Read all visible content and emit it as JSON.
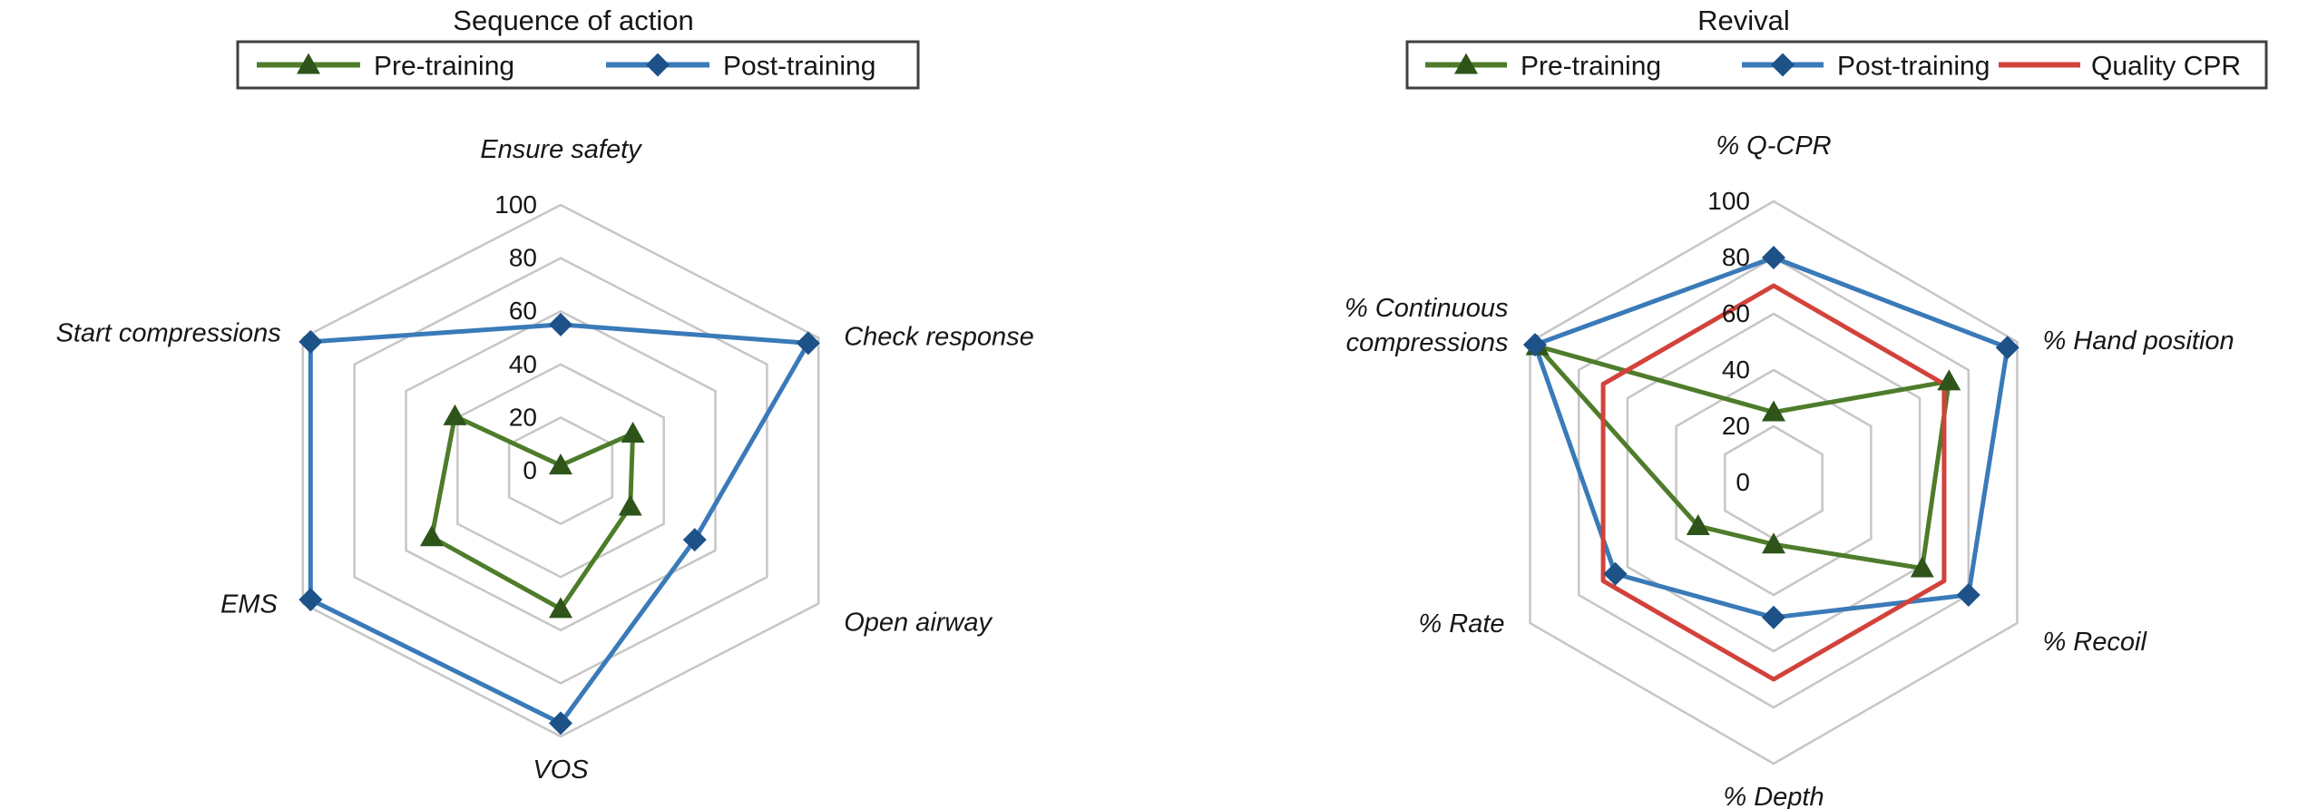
{
  "figure": {
    "background": "#ffffff",
    "panel_count": 2
  },
  "chart_data": [
    {
      "type": "radar",
      "title": "Sequence of action",
      "categories": [
        "Ensure safety",
        "Check response",
        "Open airway",
        "VOS",
        "EMS",
        "Start compressions"
      ],
      "ticks": [
        0,
        20,
        40,
        60,
        80,
        100
      ],
      "tick_labels": [
        "0",
        "20",
        "40",
        "60",
        "80",
        "100"
      ],
      "rlim": [
        0,
        100
      ],
      "grid": true,
      "grid_shape": "hexagon",
      "legend_position": "top",
      "series": [
        {
          "name": "Pre-training",
          "marker": "triangle",
          "line_color": "#4e7c2b",
          "marker_color": "#2e541a",
          "values": [
            2,
            28,
            27,
            52,
            50,
            41
          ]
        },
        {
          "name": "Post-training",
          "marker": "diamond",
          "line_color": "#3a7ab8",
          "marker_color": "#1d5289",
          "values": [
            55,
            96,
            52,
            95,
            97,
            97
          ]
        }
      ]
    },
    {
      "type": "radar",
      "title": "Revival",
      "categories": [
        "% Q-CPR",
        "% Hand position",
        "% Recoil",
        "% Depth",
        "% Rate",
        "% Continuous compressions"
      ],
      "ticks": [
        0,
        20,
        40,
        60,
        80,
        100
      ],
      "tick_labels": [
        "0",
        "20",
        "40",
        "60",
        "80",
        "100"
      ],
      "rlim": [
        0,
        100
      ],
      "grid": true,
      "grid_shape": "hexagon",
      "legend_position": "top",
      "series": [
        {
          "name": "Pre-training",
          "marker": "triangle",
          "line_color": "#4e7c2b",
          "marker_color": "#2e541a",
          "values": [
            25,
            72,
            61,
            22,
            31,
            97
          ]
        },
        {
          "name": "Post-training",
          "marker": "diamond",
          "line_color": "#3a7ab8",
          "marker_color": "#1d5289",
          "values": [
            80,
            96,
            80,
            48,
            65,
            98
          ]
        },
        {
          "name": "Quality CPR",
          "marker": "none",
          "line_color": "#d2423b",
          "marker_color": "#d2423b",
          "values": [
            70,
            70,
            70,
            70,
            70,
            70
          ]
        }
      ]
    }
  ],
  "colors": {
    "grid_line": "#c6c6c6",
    "text": "#161616",
    "legend_border": "#404040",
    "legend_fill": "#ffffff"
  }
}
